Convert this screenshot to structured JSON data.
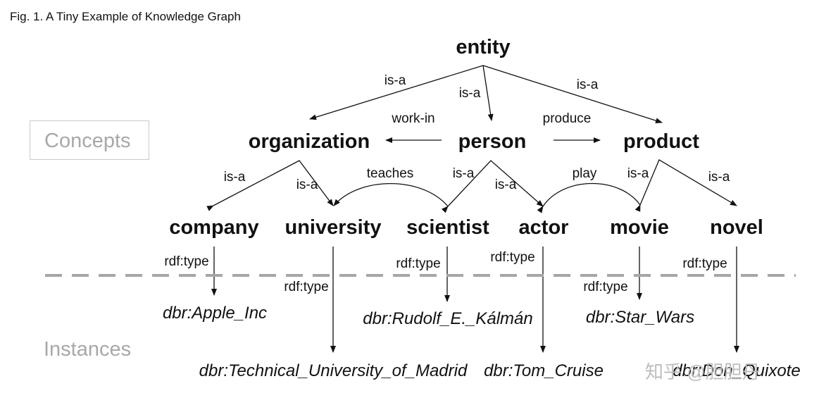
{
  "caption": "Fig. 1. A Tiny Example of Knowledge Graph",
  "sections": {
    "concepts": "Concepts",
    "instances": "Instances"
  },
  "concepts": {
    "entity": "entity",
    "organization": "organization",
    "person": "person",
    "product": "product",
    "company": "company",
    "university": "university",
    "scientist": "scientist",
    "actor": "actor",
    "movie": "movie",
    "novel": "novel"
  },
  "relations": {
    "is_a": "is-a",
    "work_in": "work-in",
    "produce": "produce",
    "teaches": "teaches",
    "play": "play",
    "rdf_type": "rdf:type"
  },
  "instances": {
    "apple": "dbr:Apple_Inc",
    "upm": "dbr:Technical_University_of_Madrid",
    "kalman": "dbr:Rudolf_E._Kálmán",
    "cruise": "dbr:Tom_Cruise",
    "starwars": "dbr:Star_Wars",
    "quixote": "dbr:Don_Quixote"
  },
  "watermark": "知乎 @胆胆丹"
}
